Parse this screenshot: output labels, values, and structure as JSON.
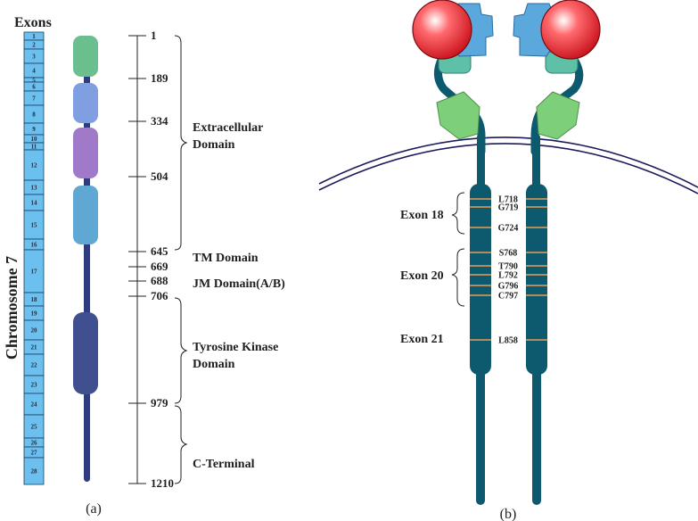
{
  "panel_a": {
    "exons_header": "Exons",
    "chromosome_label": "Chromosome 7",
    "caption": "(a)",
    "exons": [
      "1",
      "2",
      "3",
      "4",
      "5",
      "6",
      "7",
      "8",
      "9",
      "10",
      "11",
      "12",
      "13",
      "14",
      "15",
      "16",
      "17",
      "18",
      "19",
      "20",
      "21",
      "22",
      "23",
      "24",
      "25",
      "26",
      "27",
      "28"
    ],
    "positions": [
      "1",
      "189",
      "334",
      "504",
      "645",
      "669",
      "688",
      "706",
      "979",
      "1210"
    ],
    "domains": [
      {
        "label_lines": [
          "Extracellular",
          "Domain"
        ]
      },
      {
        "label_lines": [
          "TM Domain"
        ]
      },
      {
        "label_lines": [
          "JM Domain(A/B)"
        ]
      },
      {
        "label_lines": [
          "Tyrosine Kinase",
          "Domain"
        ]
      },
      {
        "label_lines": [
          "C-Terminal"
        ]
      }
    ]
  },
  "panel_b": {
    "caption": "(b)",
    "exon_groups": [
      {
        "label": "Exon 18",
        "mutations": [
          "L718",
          "G719",
          "G724"
        ]
      },
      {
        "label": "Exon 20",
        "mutations": [
          "S768",
          "T790",
          "L792",
          "G796",
          "C797"
        ]
      },
      {
        "label": "Exon 21",
        "mutations": [
          "L858"
        ]
      }
    ]
  },
  "colors": {
    "exon_fill": "#6cc0f0",
    "exon_stroke": "#1a3c5c",
    "backbone": "#2f3d80",
    "domain_green": "#6bbf8f",
    "domain_periwinkle": "#7f9fe0",
    "domain_purple": "#a07ac8",
    "domain_blue": "#5fa8d4",
    "domain_kinase": "#3f4f8f",
    "receptor_teal": "#0d5a6e",
    "ligand_red": "#e8202a",
    "membrane": "#1c1c5c",
    "mutation_band": "#d89a5a"
  }
}
